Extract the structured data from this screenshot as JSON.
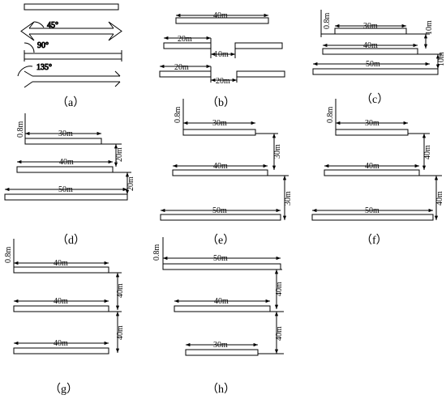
{
  "panels": {
    "a": {
      "caption": "（a）",
      "angles": [
        "45°",
        "90°",
        "135°"
      ]
    },
    "b": {
      "caption": "（b）",
      "labels": [
        "40m",
        "20m",
        "10m",
        "20m",
        "20m"
      ]
    },
    "c": {
      "caption": "（c）",
      "labels": [
        "0.8m",
        "30m",
        "10m",
        "40m",
        "10m",
        "50m"
      ]
    },
    "d": {
      "caption": "（d）",
      "labels": [
        "0.8m",
        "30m",
        "20m",
        "40m",
        "20m",
        "50m"
      ]
    },
    "e": {
      "caption": "（e）",
      "labels": [
        "0.8m",
        "30m",
        "30m",
        "40m",
        "30m",
        "50m"
      ]
    },
    "f": {
      "caption": "（f）",
      "labels": [
        "0.8m",
        "30m",
        "40m",
        "40m",
        "40m",
        "50m"
      ]
    },
    "g": {
      "caption": "（g）",
      "labels": [
        "0.8m",
        "40m",
        "40m",
        "40m",
        "40m",
        "40m"
      ]
    },
    "h": {
      "caption": "（h）",
      "labels": [
        "0.8m",
        "50m",
        "40m",
        "40m",
        "40m",
        "30m"
      ]
    }
  }
}
